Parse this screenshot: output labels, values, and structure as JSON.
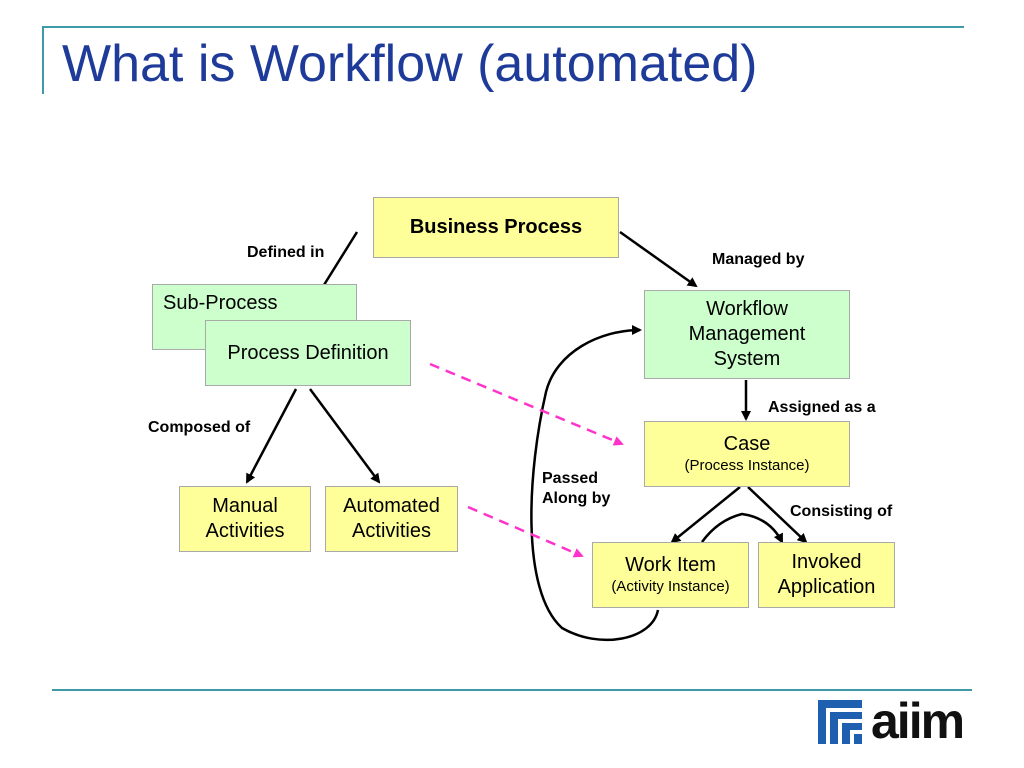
{
  "title": "What is Workflow (automated)",
  "diagram": {
    "business_process": "Business Process",
    "sub_process": "Sub-Process",
    "process_definition": "Process Definition",
    "manual_activities": [
      "Manual",
      "Activities"
    ],
    "automated_activities": [
      "Automated",
      "Activities"
    ],
    "wfms": [
      "Workflow",
      "Management",
      "System"
    ],
    "case": {
      "main": "Case",
      "sub": "(Process Instance)"
    },
    "work_item": {
      "main": "Work Item",
      "sub": "(Activity Instance)"
    },
    "invoked_application": [
      "Invoked",
      "Application"
    ],
    "labels": {
      "defined_in": "Defined in",
      "managed_by": "Managed by",
      "composed_of": "Composed of",
      "assigned_as_a": "Assigned as a",
      "passed_along_by": [
        "Passed",
        "Along by"
      ],
      "consisting_of": "Consisting of"
    }
  },
  "logo": {
    "name": "aiim",
    "icon": "aiim-logo-icon",
    "color": "#1f5fb0"
  },
  "colors": {
    "title": "#1f3b99",
    "rule": "#3d9aa6",
    "yellow_box": "#ffff99",
    "green_box": "#ccffcc",
    "dashed_arrow": "#ff33cc"
  }
}
